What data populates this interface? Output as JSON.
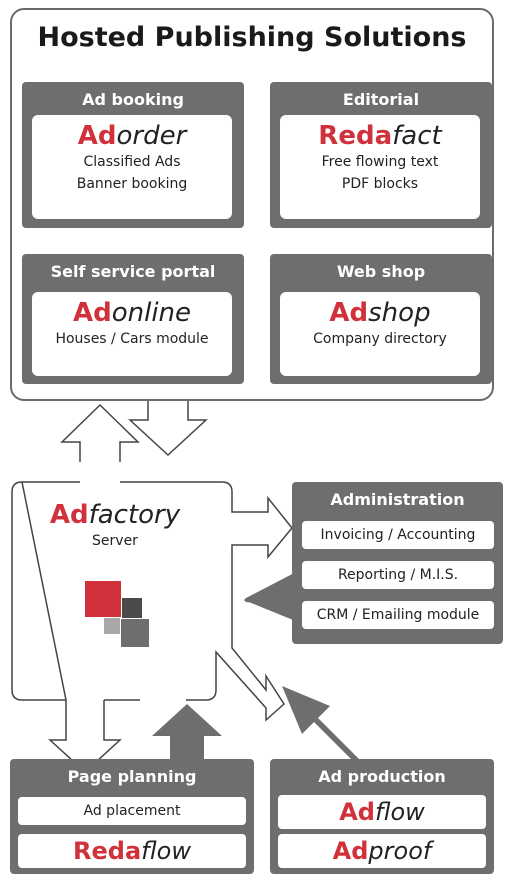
{
  "hosted": {
    "title": "Hosted Publishing Solutions"
  },
  "ad_booking": {
    "title": "Ad booking",
    "product_bold": "Ad",
    "product_italic": "order",
    "lines": [
      "Classified Ads",
      "Banner booking"
    ]
  },
  "editorial": {
    "title": "Editorial",
    "product_bold": "Reda",
    "product_italic": "fact",
    "lines": [
      "Free flowing text",
      "PDF blocks"
    ]
  },
  "self_service": {
    "title": "Self service portal",
    "product_bold": "Ad",
    "product_italic": "online",
    "lines": [
      "Houses / Cars module"
    ]
  },
  "web_shop": {
    "title": "Web shop",
    "product_bold": "Ad",
    "product_italic": "shop",
    "lines": [
      "Company directory"
    ]
  },
  "server": {
    "product_bold": "Ad",
    "product_italic": "factory",
    "subtitle": "Server"
  },
  "administration": {
    "title": "Administration",
    "items": [
      "Invoicing / Accounting",
      "Reporting / M.I.S.",
      "CRM / Emailing module"
    ]
  },
  "page_planning": {
    "title": "Page planning",
    "items": [
      "Ad placement"
    ],
    "product_bold": "Reda",
    "product_italic": "flow"
  },
  "ad_production": {
    "title": "Ad production",
    "products": [
      {
        "bold": "Ad",
        "italic": "flow"
      },
      {
        "bold": "Ad",
        "italic": "proof"
      }
    ]
  },
  "colors": {
    "accent": "#d0313a",
    "panel": "#6e6e6e",
    "arrow": "#6e6e6e"
  }
}
